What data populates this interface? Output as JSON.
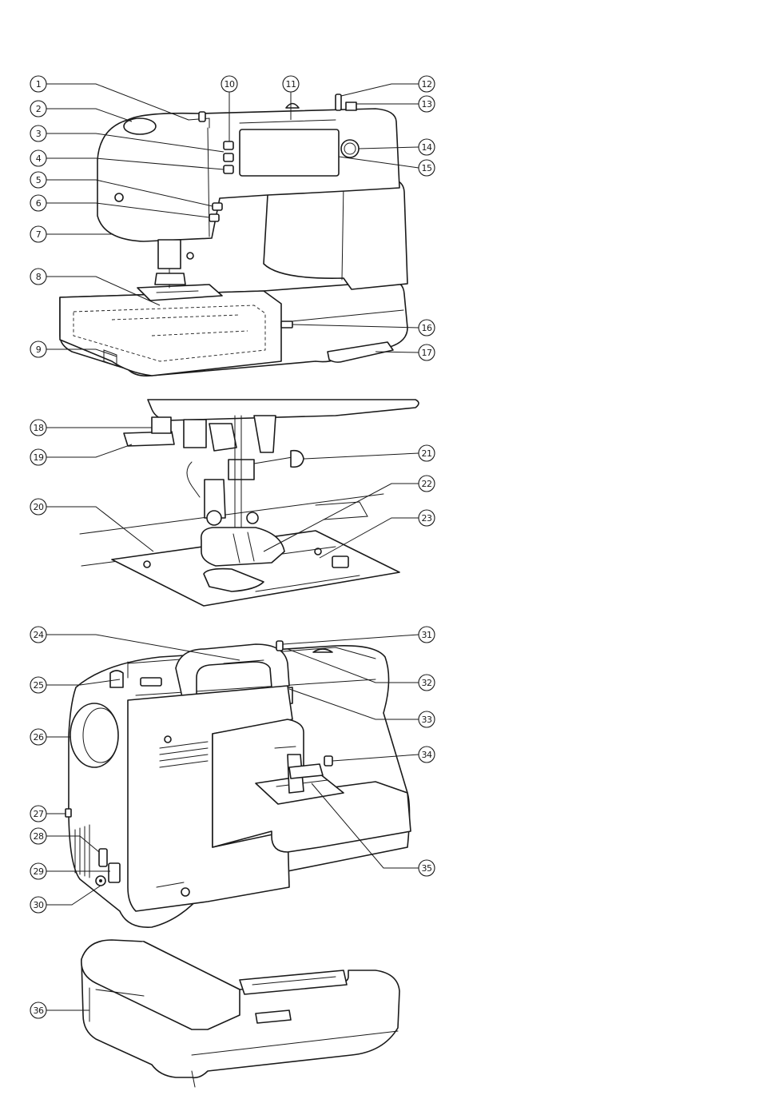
{
  "callouts": [
    {
      "id": 1,
      "label": "①"
    },
    {
      "id": 2,
      "label": "②"
    },
    {
      "id": 3,
      "label": "③"
    },
    {
      "id": 4,
      "label": "④"
    },
    {
      "id": 5,
      "label": "⑤"
    },
    {
      "id": 6,
      "label": "⑥"
    },
    {
      "id": 7,
      "label": "⑦"
    },
    {
      "id": 8,
      "label": "⑧"
    },
    {
      "id": 9,
      "label": "⑨"
    },
    {
      "id": 10,
      "label": "⑩"
    },
    {
      "id": 11,
      "label": "⑪"
    },
    {
      "id": 12,
      "label": "⑫"
    },
    {
      "id": 13,
      "label": "⑬"
    },
    {
      "id": 14,
      "label": "⑭"
    },
    {
      "id": 15,
      "label": "⑮"
    },
    {
      "id": 16,
      "label": "⑯"
    },
    {
      "id": 17,
      "label": "⑰"
    },
    {
      "id": 18,
      "label": "⑱"
    },
    {
      "id": 19,
      "label": "⑲"
    },
    {
      "id": 20,
      "label": "⑳"
    },
    {
      "id": 21,
      "label": "㉑"
    },
    {
      "id": 22,
      "label": "㉒"
    },
    {
      "id": 23,
      "label": "㉓"
    },
    {
      "id": 24,
      "label": "㉔"
    },
    {
      "id": 25,
      "label": "㉕"
    },
    {
      "id": 26,
      "label": "㉖"
    },
    {
      "id": 27,
      "label": "㉗"
    },
    {
      "id": 28,
      "label": "㉘"
    },
    {
      "id": 29,
      "label": "㉙"
    },
    {
      "id": 30,
      "label": "㉚"
    },
    {
      "id": 31,
      "label": "㉛"
    },
    {
      "id": 32,
      "label": "㉜"
    },
    {
      "id": 33,
      "label": "㉝"
    },
    {
      "id": 34,
      "label": "㉞"
    },
    {
      "id": 35,
      "label": "㉟"
    },
    {
      "id": 36,
      "label": "㊱"
    }
  ],
  "colors": {
    "ink": "#1a1a1a",
    "paper": "#ffffff"
  }
}
